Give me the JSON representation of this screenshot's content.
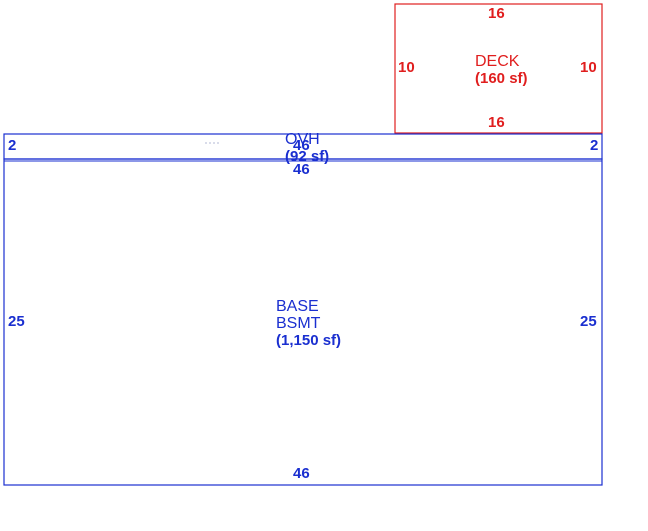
{
  "colors": {
    "base": "#1a2fd0",
    "deck": "#e01e1e"
  },
  "deck": {
    "name": "DECK",
    "area": "(160 sf)",
    "top": "16",
    "bottom": "16",
    "left": "10",
    "right": "10"
  },
  "ovh": {
    "name": "OVH",
    "area": "(92 sf)",
    "top": "46",
    "bottom": "46",
    "left": "2",
    "right": "2"
  },
  "base": {
    "name": "BASE",
    "subname": "BSMT",
    "area": "(1,150 sf)",
    "top": "46",
    "bottom": "46",
    "left": "25",
    "right": "25"
  }
}
